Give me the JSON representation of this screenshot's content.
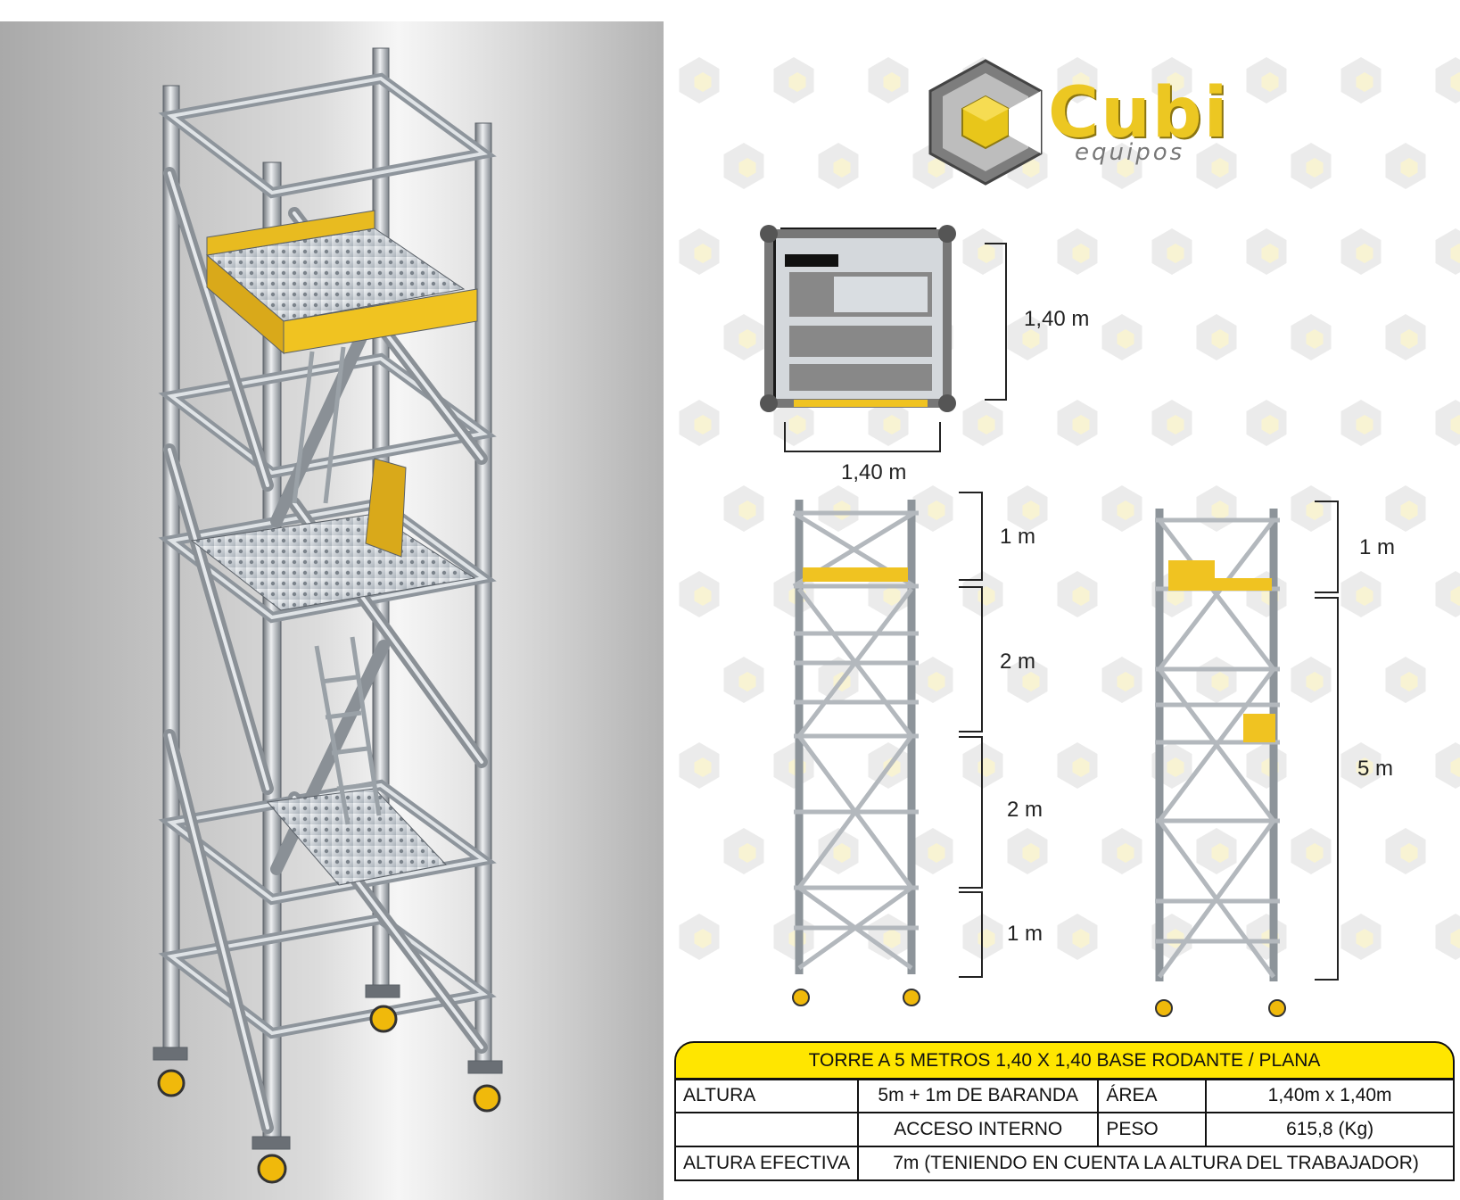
{
  "brand": {
    "name": "Cubi",
    "tagline": "equipos",
    "colors": {
      "yellow": "#ffe600",
      "gold": "#ecc722",
      "grey": "#888888"
    }
  },
  "dimensions": {
    "top_view_depth": "1,40 m",
    "top_view_width": "1,40 m",
    "front_view_segments": [
      "1 m",
      "2 m",
      "2 m",
      "1 m"
    ],
    "side_view_segments": [
      "1 m",
      "5 m"
    ]
  },
  "spec": {
    "title": "TORRE A 5 METROS 1,40 X 1,40 BASE RODANTE / PLANA",
    "rows": [
      {
        "label": "ALTURA",
        "value": "5m + 1m DE BARANDA",
        "label2": "ÁREA",
        "value2": "1,40m x 1,40m"
      },
      {
        "label": "",
        "value": "ACCESO INTERNO",
        "label2": "PESO",
        "value2": "615,8 (Kg)"
      }
    ],
    "effective_label": "ALTURA EFECTIVA",
    "effective_value": "7m (TENIENDO EN CUENTA LA ALTURA DEL TRABAJADOR)"
  }
}
